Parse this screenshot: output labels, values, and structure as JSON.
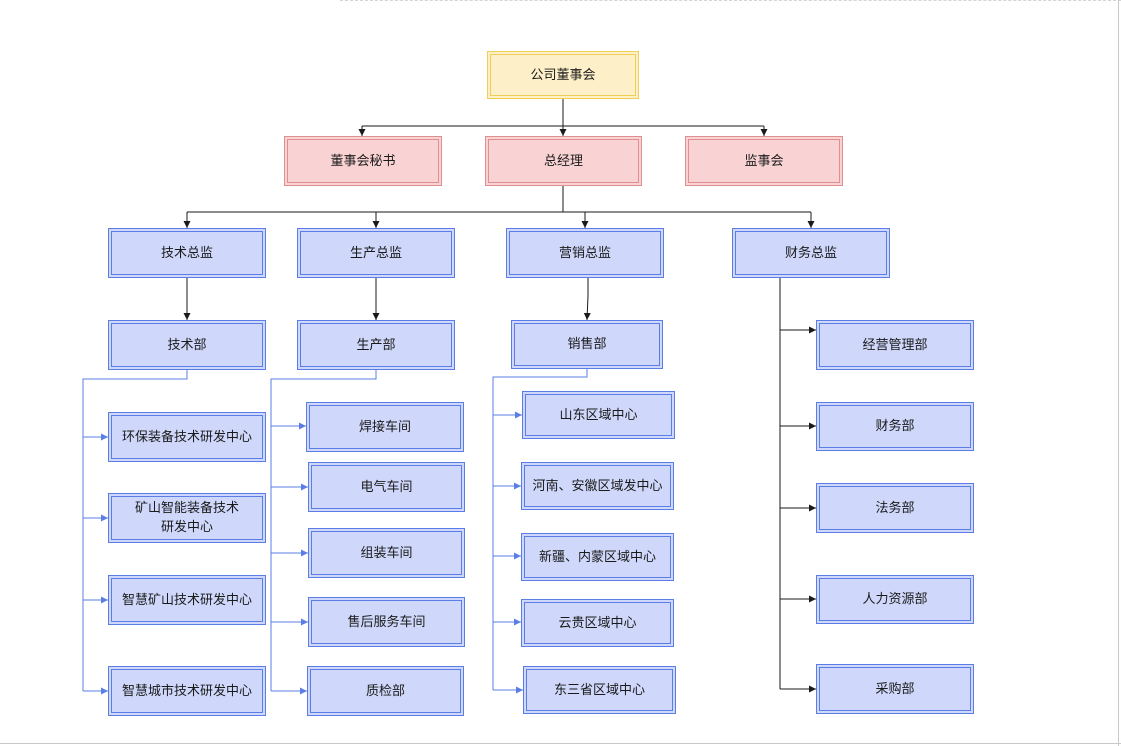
{
  "nodes": {
    "board": "公司董事会",
    "board_secretary": "董事会秘书",
    "general_manager": "总经理",
    "supervisory_board": "监事会",
    "tech_director": "技术总监",
    "production_director": "生产总监",
    "marketing_director": "营销总监",
    "finance_director": "财务总监",
    "tech_dept": "技术部",
    "production_dept": "生产部",
    "sales_dept": "销售部",
    "tech_centers": [
      "环保装备技术研发中心",
      "矿山智能装备技术研发中心",
      "智慧矿山技术研发中心",
      "智慧城市技术研发中心"
    ],
    "workshops": [
      "焊接车间",
      "电气车间",
      "组装车间",
      "售后服务车间",
      "质检部"
    ],
    "regional_centers": [
      "山东区域中心",
      "河南、安徽区域发中心",
      "新疆、内蒙区域中心",
      "云贵区域中心",
      "东三省区域中心"
    ],
    "finance_units": [
      "经营管理部",
      "财务部",
      "法务部",
      "人力资源部",
      "采购部"
    ]
  },
  "colors": {
    "top_fill": "#fdefc7",
    "top_border": "#f0cf56",
    "second_fill": "#f9d3d3",
    "second_border": "#e08f8f",
    "unit_fill": "#cfd8fb",
    "unit_border": "#5a7ee6",
    "black_connector": "#1a1a1a",
    "blue_connector": "#5a7ee6"
  }
}
